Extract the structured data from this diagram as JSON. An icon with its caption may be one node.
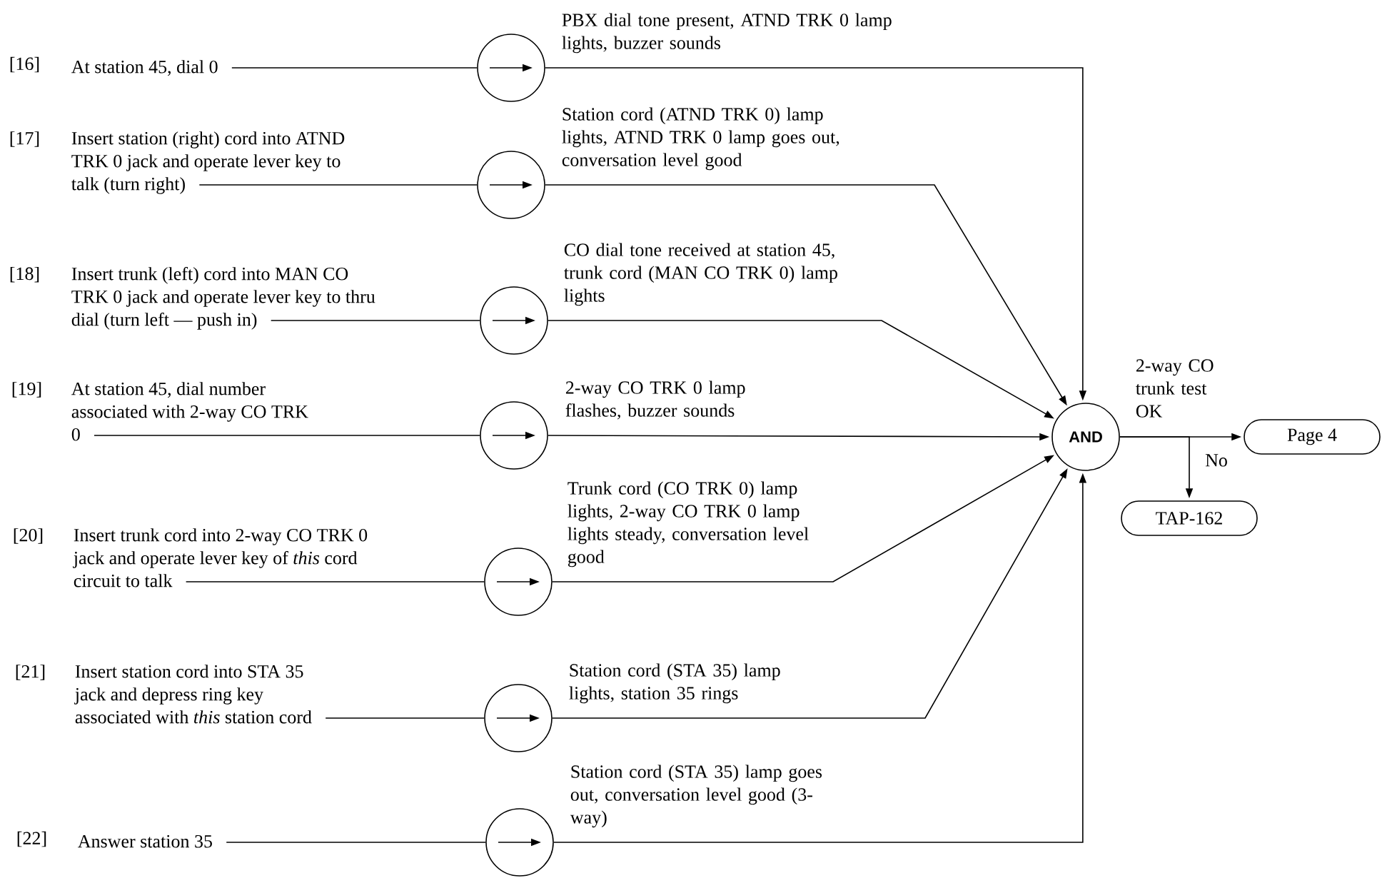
{
  "diagram": {
    "nodes": [
      {
        "text": [
          "[16]",
          "At station 45, dial 0"
        ]
      },
      {
        "text": [
          "[17]",
          "Insert station (right) cord into ATND TRK 0 jack and operate lever key to talk (turn right)"
        ]
      },
      {
        "text": [
          "[18]",
          "Insert trunk (left) cord into MAN CO TRK 0 jack and operate lever key to thru dial (turn left — push in)"
        ]
      },
      {
        "text": [
          "[19]",
          "At station 45, dial number associated with 2-way CO TRK 0"
        ]
      },
      {
        "text": [
          "[20]",
          "Insert trunk cord into 2-way CO TRK 0 jack and operate lever key of *this* cord circuit to talk"
        ]
      },
      {
        "text": [
          "[21]",
          "Insert station cord into STA 35 jack and depress ring key associated with *this* station cord"
        ]
      },
      {
        "text": [
          "[22]",
          "Answer station 35"
        ]
      },
      {
        "text": [],
        "shape": "circle"
      },
      {
        "text": [],
        "shape": "circle"
      },
      {
        "text": [],
        "shape": "circle"
      },
      {
        "text": [],
        "shape": "circle"
      },
      {
        "text": [],
        "shape": "circle"
      },
      {
        "text": [],
        "shape": "circle"
      },
      {
        "text": [],
        "shape": "circle"
      },
      {
        "text": [
          "AND"
        ]
      },
      {
        "text": [
          "Page 4"
        ]
      },
      {
        "text": [
          "TAP-162"
        ]
      }
    ],
    "edges": [
      {
        "from": 0,
        "to": 7,
        "arrow": "none"
      },
      {
        "from": 1,
        "to": 8,
        "arrow": "none"
      },
      {
        "from": 2,
        "to": 9,
        "arrow": "none"
      },
      {
        "from": 3,
        "to": 10,
        "arrow": "none"
      },
      {
        "from": 4,
        "to": 11,
        "arrow": "none"
      },
      {
        "from": 5,
        "to": 12,
        "arrow": "none"
      },
      {
        "from": 6,
        "to": 13,
        "arrow": "none"
      },
      {
        "from": 7,
        "to": 14,
        "arrow": "to",
        "label": "PBX dial tone present, ATND TRK 0 lamp lights, buzzer sounds"
      },
      {
        "from": 8,
        "to": 14,
        "arrow": "to",
        "label": "Station cord (ATND TRK 0) lamp lights, ATND TRK 0 lamp goes out, conversation level good"
      },
      {
        "from": 9,
        "to": 14,
        "arrow": "to",
        "label": "CO dial tone received at station 45, trunk cord (MAN CO TRK 0) lamp lights"
      },
      {
        "from": 10,
        "to": 14,
        "arrow": "to",
        "label": "2-way CO TRK 0 lamp flashes, buzzer sounds"
      },
      {
        "from": 11,
        "to": 14,
        "arrow": "to",
        "label": "Trunk cord (CO TRK 0) lamp lights, 2-way CO TRK 0 lamp lights steady, conversation level good"
      },
      {
        "from": 12,
        "to": 14,
        "arrow": "to",
        "label": "Station cord (STA 35) lamp lights, station 35 rings"
      },
      {
        "from": 13,
        "to": 14,
        "arrow": "to",
        "label": "Station cord (STA 35) lamp goes out, conversation level good (3-way)"
      },
      {
        "from": 14,
        "to": 15,
        "arrow": "to",
        "label": "2-way CO trunk test OK"
      },
      {
        "from": 14,
        "to": 16,
        "arrow": "to",
        "label": "No"
      }
    ]
  }
}
